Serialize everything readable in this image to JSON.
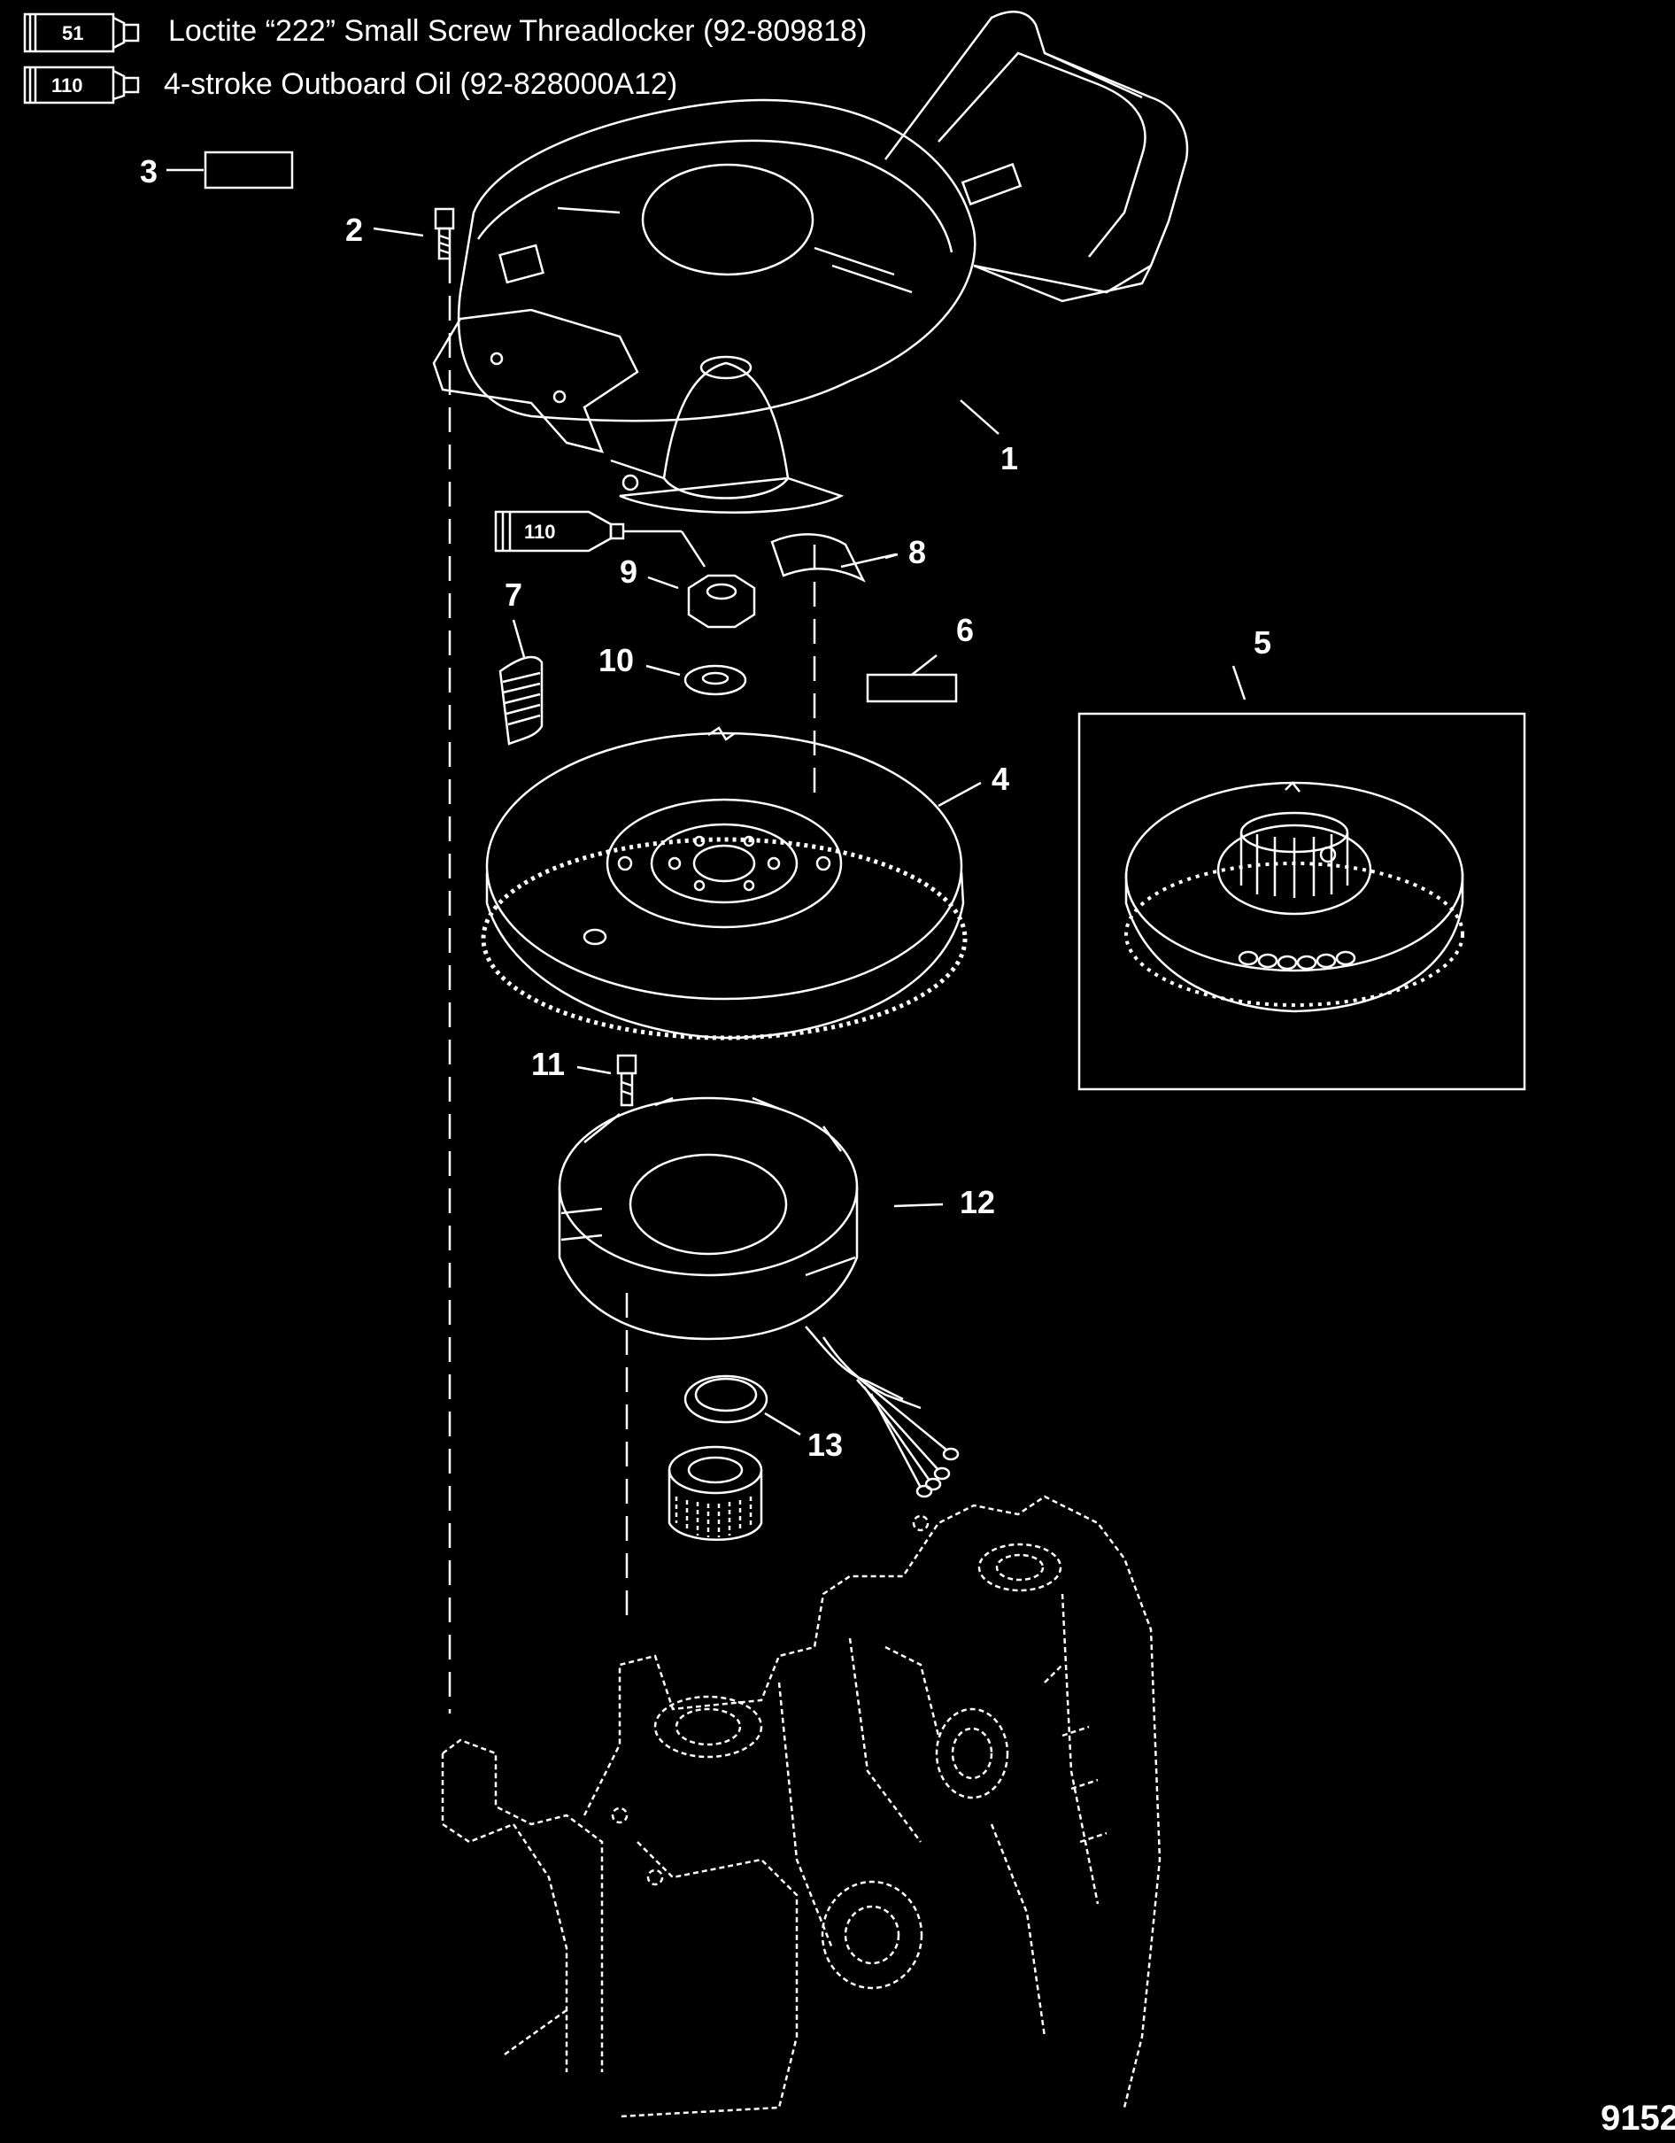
{
  "legend": {
    "items": [
      {
        "tube_number": "51",
        "text": "Loctite “222” Small Screw Threadlocker  (92-809818)"
      },
      {
        "tube_number": "110",
        "text": "4-stroke Outboard Oil (92-828000A12)"
      }
    ]
  },
  "callouts": {
    "c1": "1",
    "c2": "2",
    "c3": "3",
    "c4": "4",
    "c5": "5",
    "c6": "6",
    "c7": "7",
    "c8": "8",
    "c9": "9",
    "c10": "10",
    "c11": "11",
    "c12": "12",
    "c13": "13"
  },
  "tube_110_label": "110",
  "figure_id": "9152",
  "colors": {
    "background": "#000000",
    "line": "#ffffff"
  }
}
